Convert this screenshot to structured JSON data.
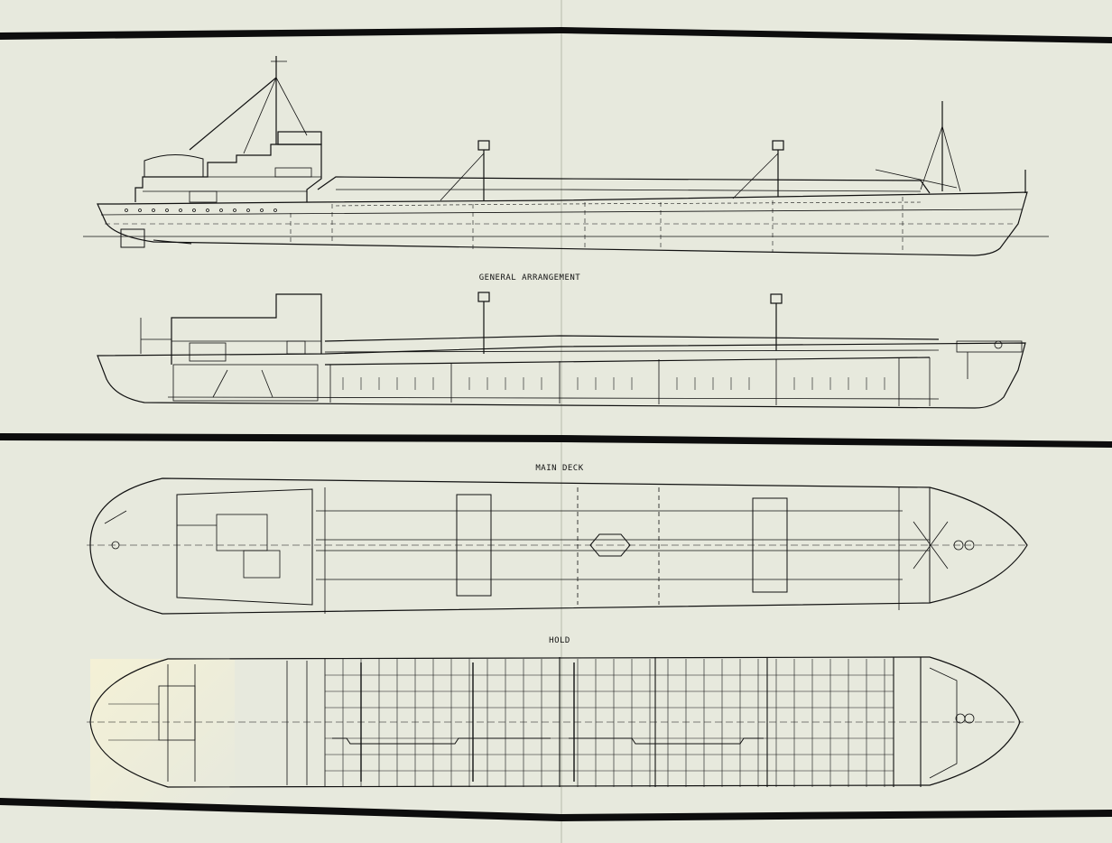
{
  "sheet": {
    "labels": {
      "general_arrangement": "GENERAL  ARRANGEMENT",
      "main_deck": "MAIN  DECK",
      "hold": "HOLD"
    },
    "views": [
      "profile-elevation",
      "longitudinal-section",
      "main-deck-plan",
      "hold-plan"
    ]
  },
  "colors": {
    "paper": "#e7e9dd",
    "ink": "#111111",
    "rule": "#0d0d0d"
  }
}
